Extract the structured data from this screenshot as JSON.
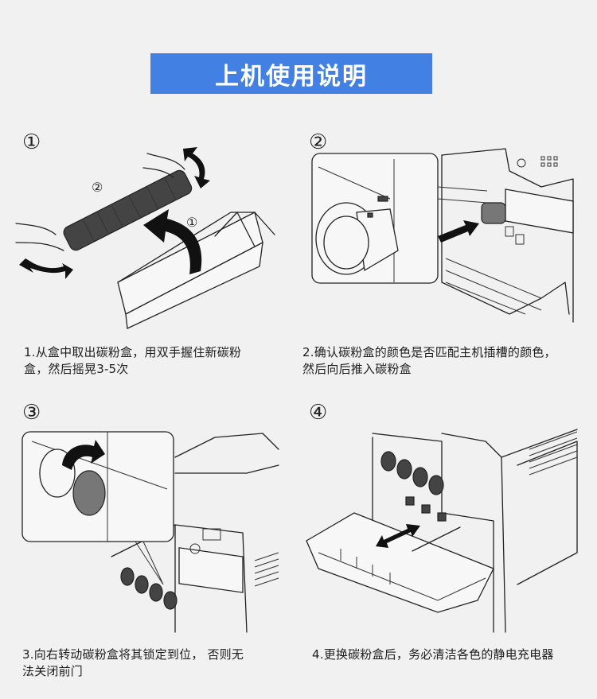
{
  "header": {
    "title": "上机使用说明",
    "color": "#4281e3"
  },
  "steps": [
    {
      "number": "①",
      "sub_labels": [
        "②",
        "①"
      ],
      "caption_line1": "1.从盒中取出碳粉盒，用双手握住新碳粉",
      "caption_line2": "盒，然后摇晃3-5次"
    },
    {
      "number": "②",
      "caption_line1": "2.确认碳粉盒的颜色是否匹配主机插槽的颜色，",
      "caption_line2": "然后向后推入碳粉盒"
    },
    {
      "number": "③",
      "caption_line1": "3.向右转动碳粉盒将其锁定到位， 否则无",
      "caption_line2": "法关闭前门"
    },
    {
      "number": "④",
      "caption_line1": "4.更换碳粉盒后，务必清洁各色的静电充电器",
      "caption_line2": ""
    }
  ]
}
